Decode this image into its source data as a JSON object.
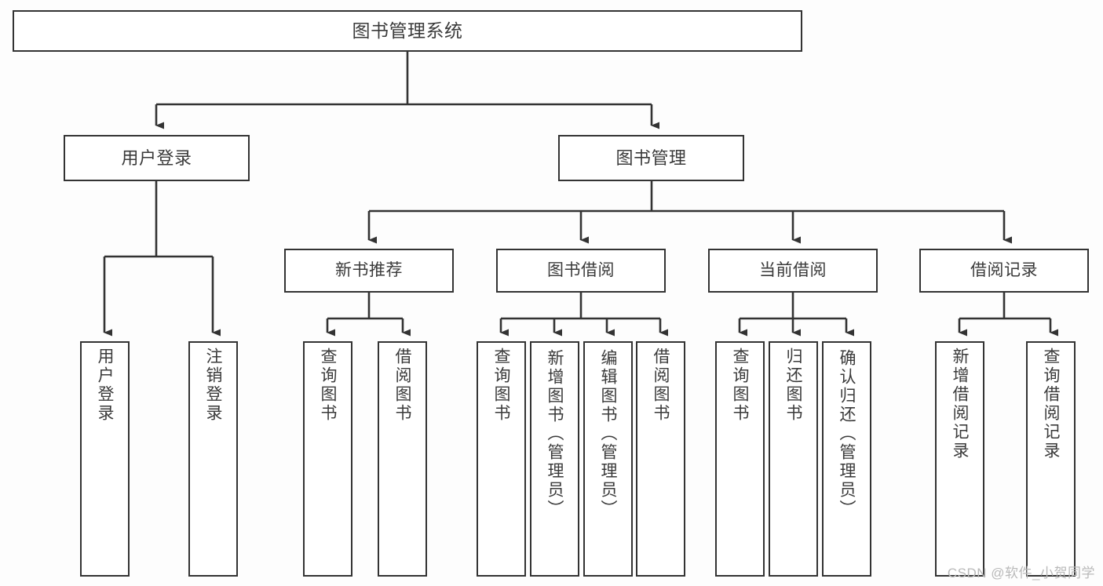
{
  "diagram": {
    "type": "tree",
    "title": "图书管理系统",
    "orientation": "top-down",
    "colors": {
      "box_border": "#333333",
      "box_fill": "#ffffff",
      "text": "#3a3a3a",
      "connector": "#333333",
      "background": "#fdfdfd",
      "watermark": "#b9b9b9"
    },
    "nodes": {
      "root": {
        "label": "图书管理系统",
        "level": 0
      },
      "user_login": {
        "label": "用户登录",
        "level": 1
      },
      "book_manage": {
        "label": "图书管理",
        "level": 1
      },
      "new_book_rec": {
        "label": "新书推荐",
        "level": 2
      },
      "book_borrow": {
        "label": "图书借阅",
        "level": 2
      },
      "current_borrow": {
        "label": "当前借阅",
        "level": 2
      },
      "borrow_record": {
        "label": "借阅记录",
        "level": 2
      },
      "leaf_user_login": {
        "label": "用户登录",
        "level": 3
      },
      "leaf_logout": {
        "label": "注销登录",
        "level": 3
      },
      "leaf_query_book_1": {
        "label": "查询图书",
        "level": 3
      },
      "leaf_borrow_book_1": {
        "label": "借阅图书",
        "level": 3
      },
      "leaf_query_book_2": {
        "label": "查询图书",
        "level": 3
      },
      "leaf_add_book": {
        "label": "新增图书（管理员）",
        "level": 3
      },
      "leaf_edit_book": {
        "label": "编辑图书（管理员）",
        "level": 3
      },
      "leaf_borrow_book_2": {
        "label": "借阅图书",
        "level": 3
      },
      "leaf_query_book_3": {
        "label": "查询图书",
        "level": 3
      },
      "leaf_return_book": {
        "label": "归还图书",
        "level": 3
      },
      "leaf_confirm_return": {
        "label": "确认归还（管理员）",
        "level": 3
      },
      "leaf_add_record": {
        "label": "新增借阅记录",
        "level": 3
      },
      "leaf_query_record": {
        "label": "查询借阅记录",
        "level": 3
      }
    },
    "edges": [
      {
        "from": "root",
        "to": "user_login"
      },
      {
        "from": "root",
        "to": "book_manage"
      },
      {
        "from": "user_login",
        "to": "leaf_user_login"
      },
      {
        "from": "user_login",
        "to": "leaf_logout"
      },
      {
        "from": "book_manage",
        "to": "new_book_rec"
      },
      {
        "from": "book_manage",
        "to": "book_borrow"
      },
      {
        "from": "book_manage",
        "to": "current_borrow"
      },
      {
        "from": "book_manage",
        "to": "borrow_record"
      },
      {
        "from": "new_book_rec",
        "to": "leaf_query_book_1"
      },
      {
        "from": "new_book_rec",
        "to": "leaf_borrow_book_1"
      },
      {
        "from": "book_borrow",
        "to": "leaf_query_book_2"
      },
      {
        "from": "book_borrow",
        "to": "leaf_add_book"
      },
      {
        "from": "book_borrow",
        "to": "leaf_edit_book"
      },
      {
        "from": "book_borrow",
        "to": "leaf_borrow_book_2"
      },
      {
        "from": "current_borrow",
        "to": "leaf_query_book_3"
      },
      {
        "from": "current_borrow",
        "to": "leaf_return_book"
      },
      {
        "from": "current_borrow",
        "to": "leaf_confirm_return"
      },
      {
        "from": "borrow_record",
        "to": "leaf_add_record"
      },
      {
        "from": "borrow_record",
        "to": "leaf_query_record"
      }
    ]
  },
  "watermark": {
    "text": "CSDN @软件_小贺同学"
  }
}
